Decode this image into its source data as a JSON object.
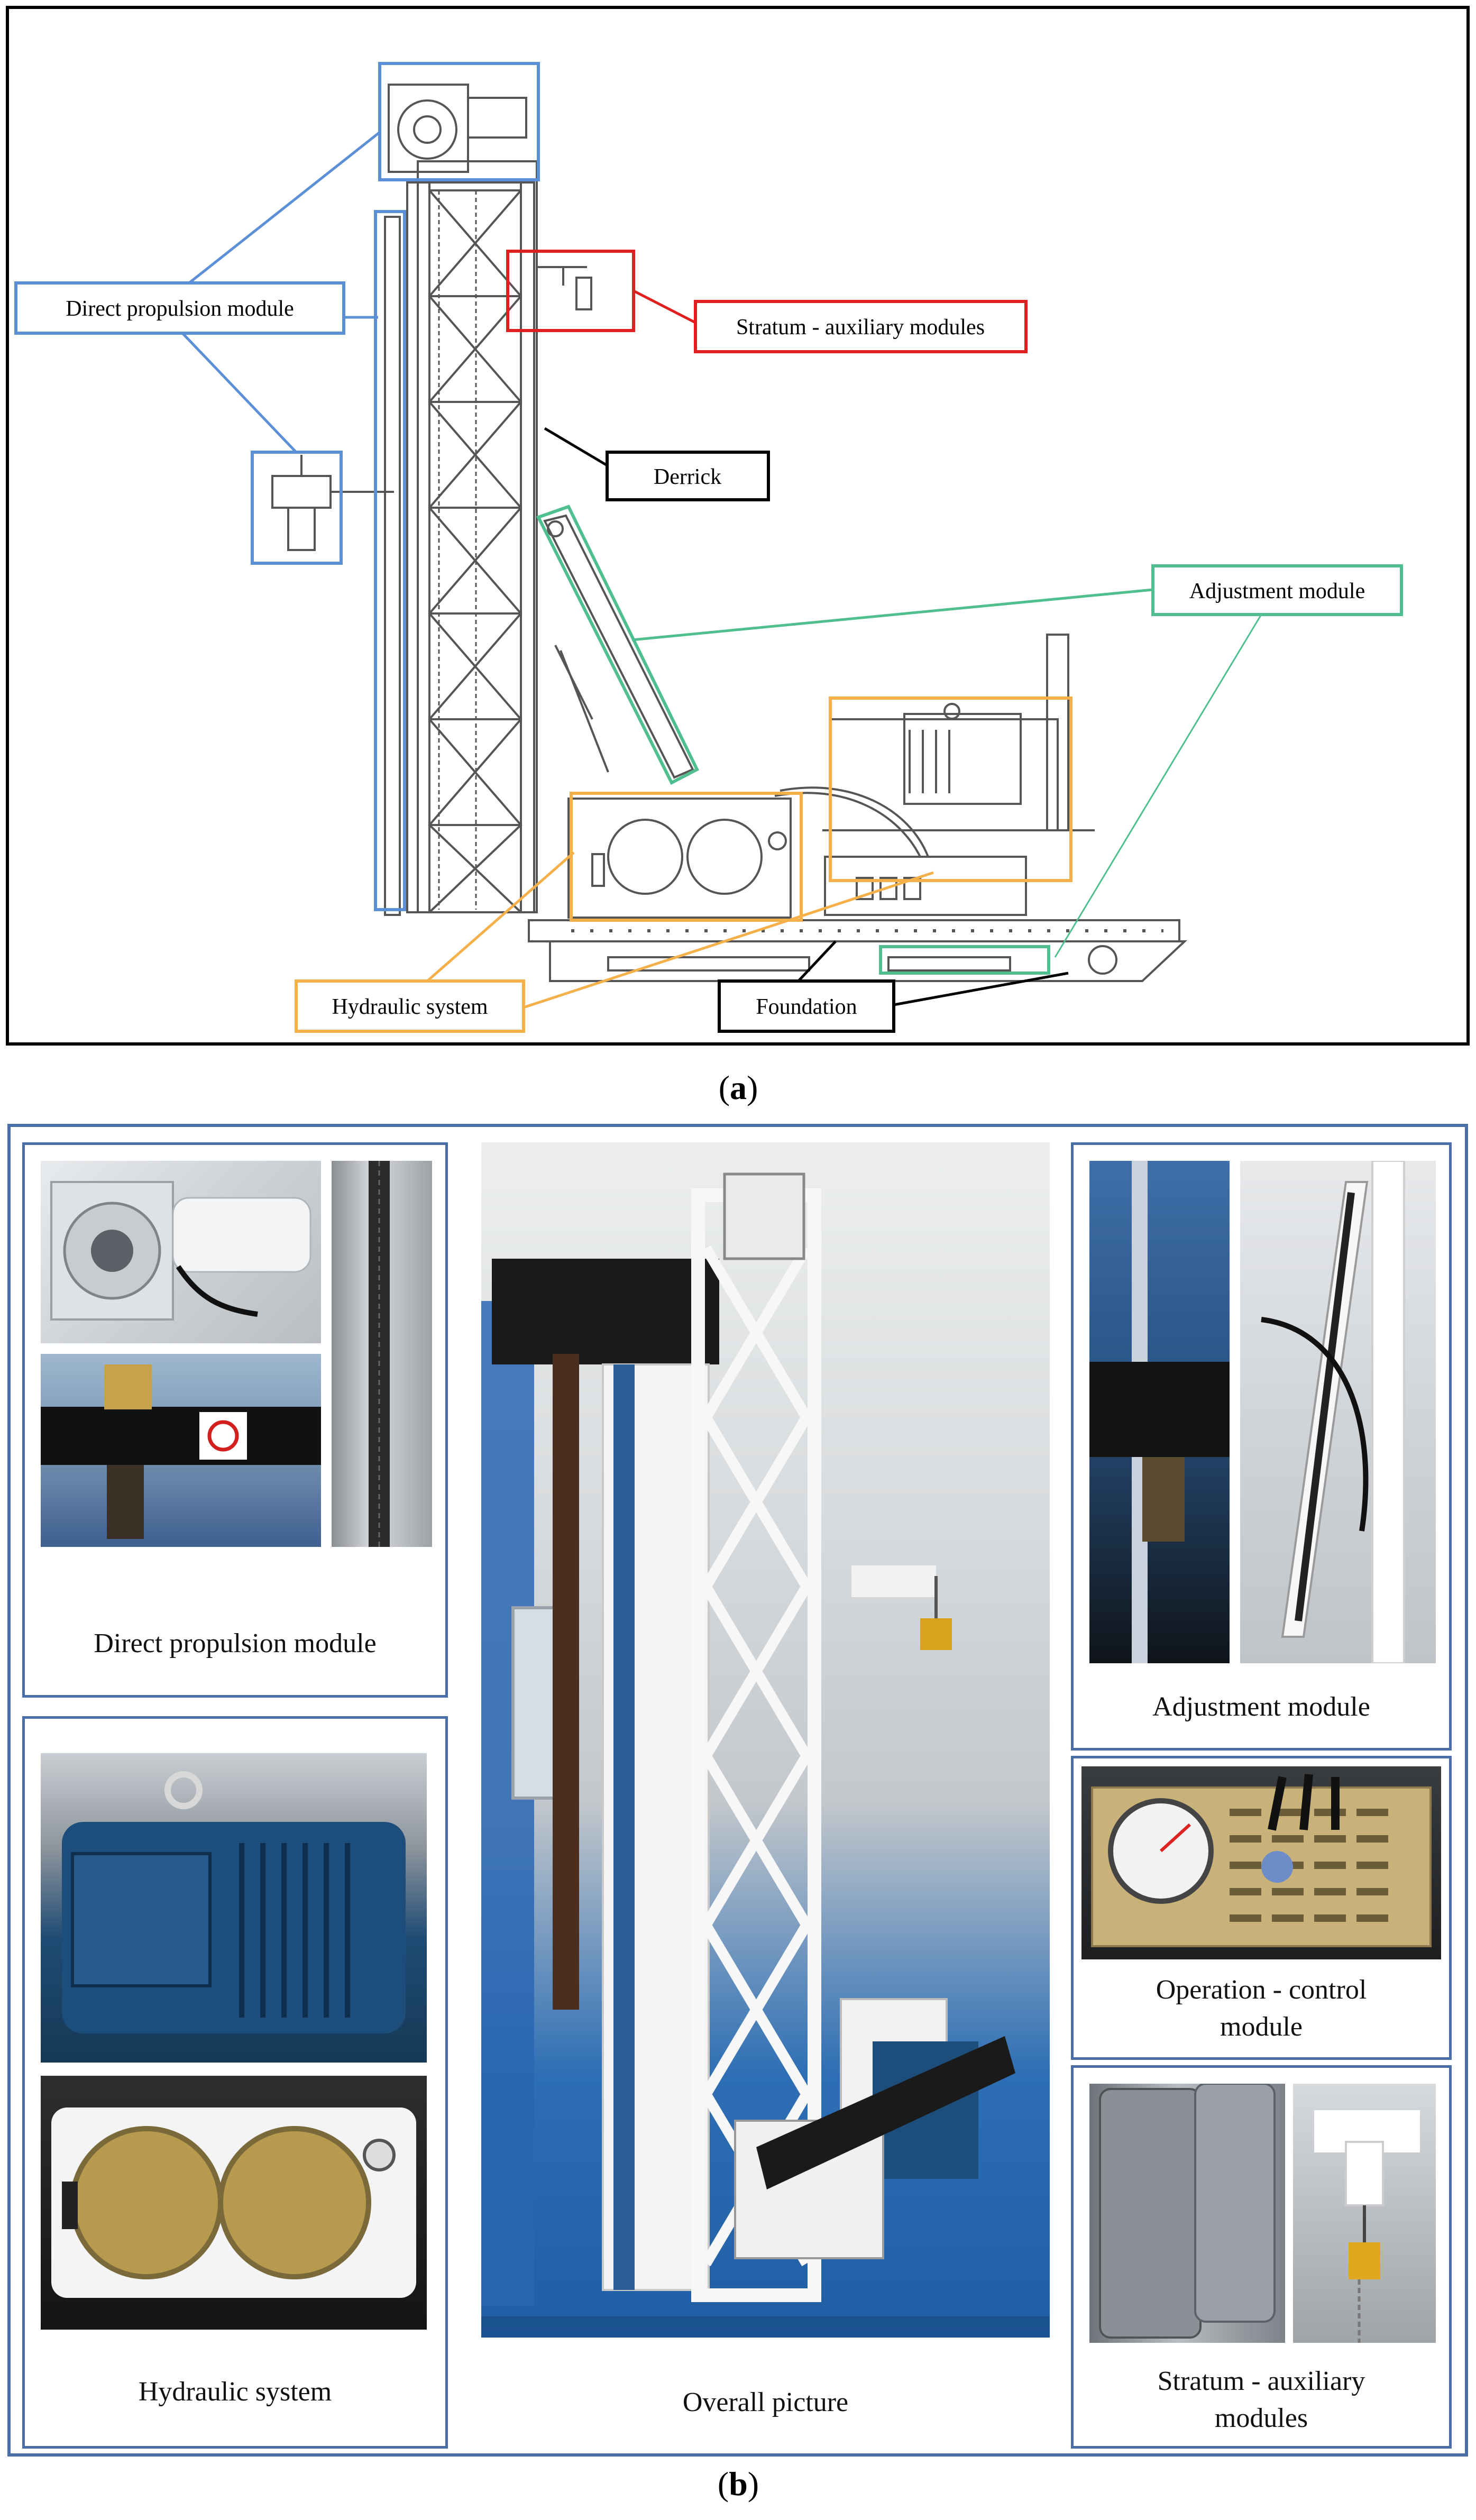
{
  "figure_a": {
    "label_open": "(",
    "label_letter": "a",
    "label_close": ")",
    "callouts": {
      "direct_propulsion": "Direct propulsion module",
      "stratum": "Stratum - auxiliary modules",
      "derrick": "Derrick",
      "adjustment": "Adjustment module",
      "hydraulic": "Hydraulic system",
      "foundation": "Foundation"
    },
    "colors": {
      "blue": "#5b8fd6",
      "red": "#e0201e",
      "green": "#4fbf8f",
      "orange": "#f5b04a",
      "black": "#000000"
    }
  },
  "figure_b": {
    "label_open": "(",
    "label_letter": "b",
    "label_close": ")",
    "captions": {
      "direct_propulsion": "Direct propulsion module",
      "hydraulic": "Hydraulic system",
      "overall": "Overall picture",
      "adjustment": "Adjustment module",
      "operation_line1": "Operation - control",
      "operation_line2": "module",
      "stratum_line1": "Stratum - auxiliary",
      "stratum_line2": "modules"
    },
    "panel_border_color": "#4a6fa8"
  }
}
